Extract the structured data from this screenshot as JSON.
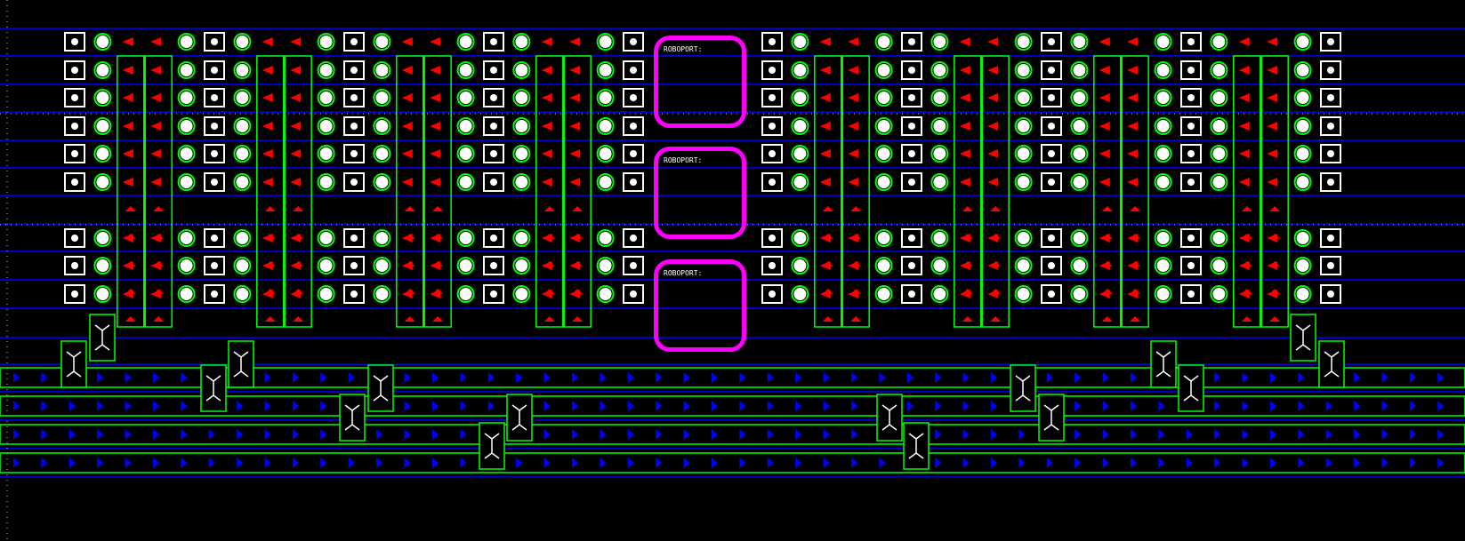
{
  "view": "blueprint-map",
  "roboports": [
    {
      "label": "ROBOPORT:"
    },
    {
      "label": "ROBOPORT:"
    },
    {
      "label": "ROBOPORT:"
    }
  ],
  "colors": {
    "background": "#000000",
    "grid": "#0000ff",
    "entity_outline": "#00ff00",
    "roboport": "#ff00ff",
    "inserter_arrow": "#ff0000",
    "belt_arrow": "#0000ff",
    "lamp": "#ffffff"
  }
}
